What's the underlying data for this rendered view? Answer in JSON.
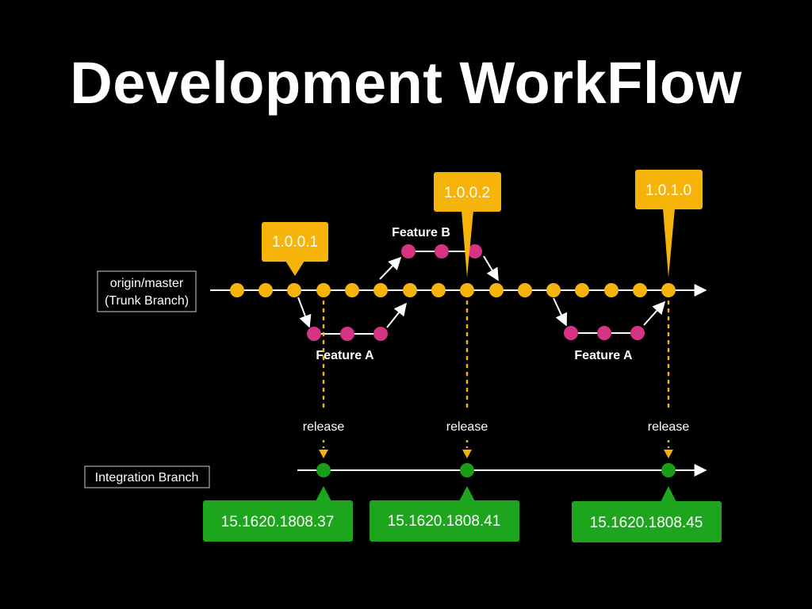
{
  "title": "Development WorkFlow",
  "branches": {
    "trunk": {
      "label_line1": "origin/master",
      "label_line2": "(Trunk Branch)"
    },
    "integration": {
      "label": "Integration Branch"
    }
  },
  "features": {
    "feature_a_1": "Feature A",
    "feature_b": "Feature B",
    "feature_a_2": "Feature A"
  },
  "version_tags": [
    "1.0.0.1",
    "1.0.0.2",
    "1.0.1.0"
  ],
  "release_labels": [
    "release",
    "release",
    "release"
  ],
  "build_numbers": [
    "15.1620.1808.37",
    "15.1620.1808.41",
    "15.1620.1808.45"
  ],
  "colors": {
    "background": "#000000",
    "trunk_commit": "#f6b40a",
    "feature_commit": "#d63384",
    "integration_commit": "#1a9e1a",
    "build_box": "#1ea51e",
    "version_tag": "#f6b40a",
    "line": "#ffffff"
  }
}
